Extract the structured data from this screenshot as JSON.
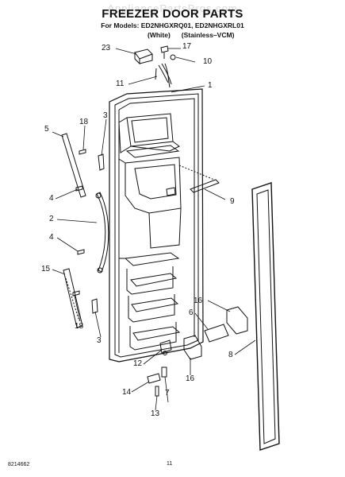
{
  "header": {
    "watermark": "AppliancePartsPros.com",
    "title": "FREEZER DOOR PARTS",
    "models_line": "For Models: ED2NHGXRQ01, ED2NHGXRL01",
    "variant_white": "(White)",
    "variant_stainless": "(Stainless–VCM)"
  },
  "callouts": {
    "c23": "23",
    "c17": "17",
    "c10": "10",
    "c11": "11",
    "c1": "1",
    "c5": "5",
    "c18a": "18",
    "c3a": "3",
    "c9": "9",
    "c4a": "4",
    "c2": "2",
    "c4b": "4",
    "c15": "15",
    "c16a": "16",
    "c6": "6",
    "c18b": "18",
    "c3b": "3",
    "c8": "8",
    "c12": "12",
    "c16b": "16",
    "c14": "14",
    "c7": "7",
    "c13": "13"
  },
  "footer": {
    "doc_number": "8214662",
    "page_number": "11"
  }
}
